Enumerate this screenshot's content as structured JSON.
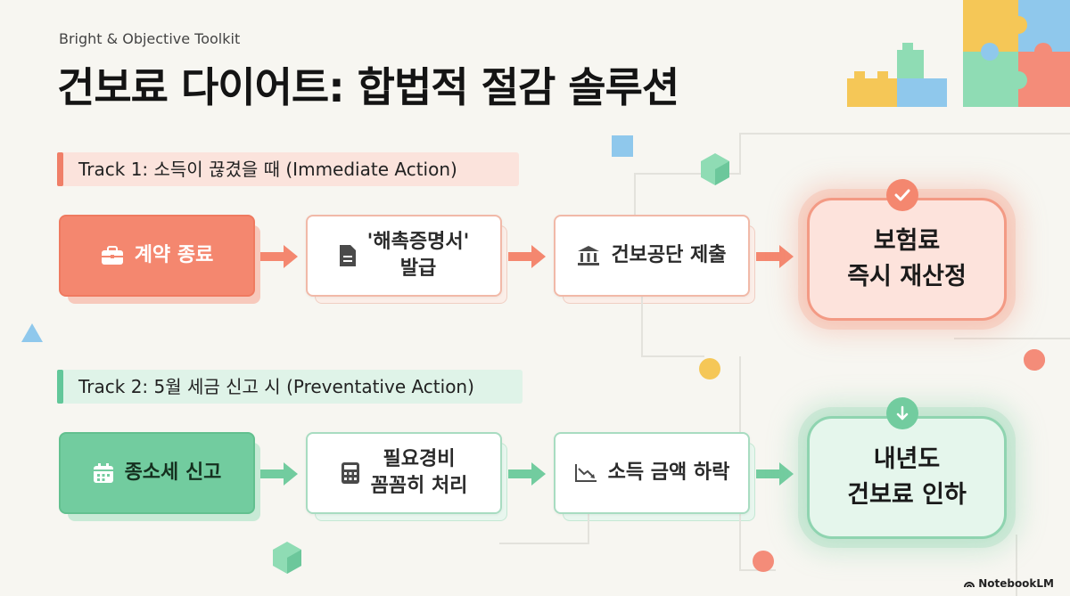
{
  "eyebrow": "Bright & Objective Toolkit",
  "title": "건보료 다이어트: 합법적 절감 솔루션",
  "track1": {
    "label": "Track 1: 소득이 끊겼을 때 (Immediate Action)",
    "steps": [
      {
        "label": "계약 종료",
        "icon": "briefcase-icon"
      },
      {
        "line1": "'해촉증명서'",
        "line2": "발급",
        "icon": "document-icon"
      },
      {
        "label": "건보공단 제출",
        "icon": "institution-icon"
      }
    ],
    "outcome": {
      "line1": "보험료",
      "line2": "즉시 재산정",
      "icon": "check-icon"
    },
    "color": "#f4876f"
  },
  "track2": {
    "label": "Track 2: 5월 세금 신고 시 (Preventative Action)",
    "steps": [
      {
        "label": "종소세 신고",
        "icon": "calendar-icon"
      },
      {
        "line1": "필요경비",
        "line2": "꼼꼼히 처리",
        "icon": "calculator-icon"
      },
      {
        "label": "소득 금액 하락",
        "icon": "trend-down-icon"
      }
    ],
    "outcome": {
      "line1": "내년도",
      "line2": "건보료 인하",
      "icon": "arrow-down-icon"
    },
    "color": "#72cc9f"
  },
  "brand": "NotebookLM"
}
